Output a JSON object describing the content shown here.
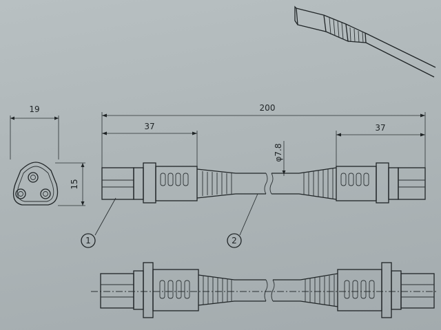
{
  "dimensions": {
    "width_face": "19",
    "height_face": "15",
    "overall_length": "200",
    "left_plug_length": "37",
    "right_plug_length": "37",
    "cable_diameter": "φ7.8"
  },
  "callouts": [
    {
      "number": "1"
    },
    {
      "number": "2"
    }
  ],
  "colors": {
    "paper": "#aeb6b8",
    "ink": "#1f2426"
  }
}
